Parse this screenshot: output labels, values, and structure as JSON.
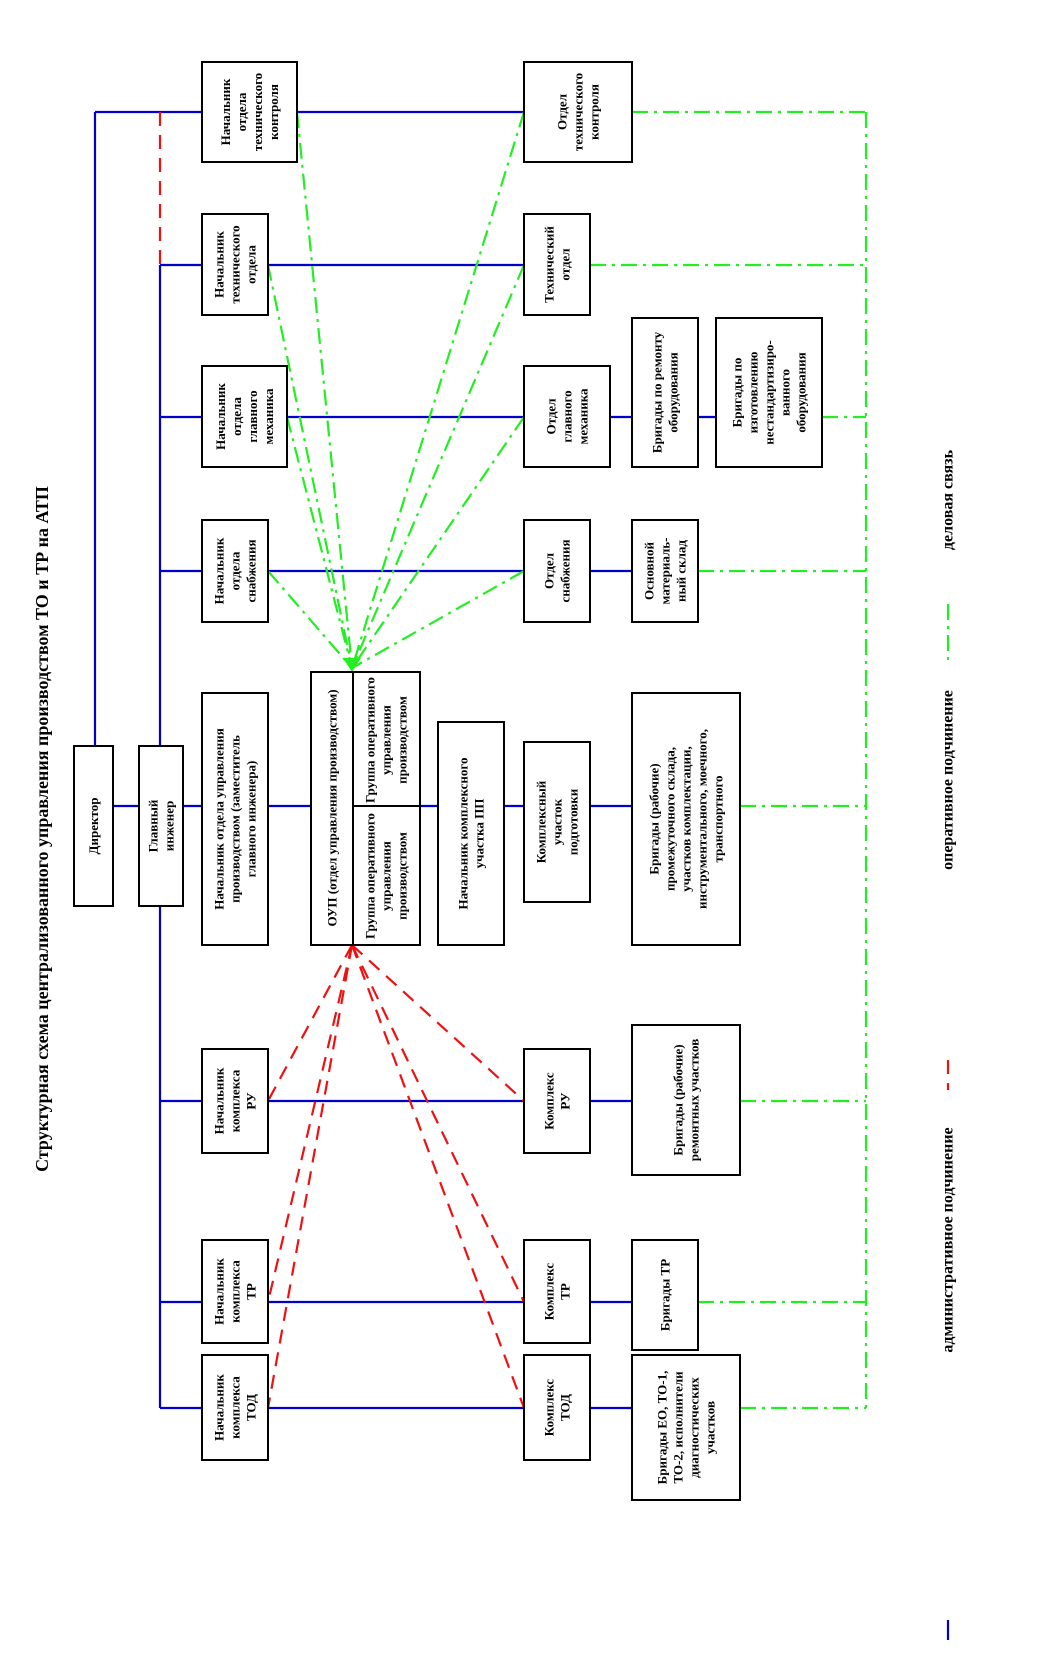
{
  "title": "Структурная схема централизованного управления производством ТО и ТР на АТП",
  "legend": {
    "administrative": "административное подчинение",
    "operative": "оперативное подчинение",
    "business": "деловая связь"
  },
  "colors": {
    "administrative": "#0000cc",
    "operative": "#ee1111",
    "business": "#22ee22"
  },
  "boxes": {
    "director": "Директор",
    "chief_engineer": [
      "Главный",
      "инженер"
    ],
    "head_tech_control": [
      "Начальник",
      "отдела",
      "технического",
      "контроля"
    ],
    "head_tech_dept": [
      "Начальник",
      "технического",
      "отдела"
    ],
    "head_chief_mech": [
      "Начальник",
      "отдела",
      "главного",
      "механика"
    ],
    "head_supply": [
      "Начальник",
      "отдела",
      "снабжения"
    ],
    "head_prod_mgmt": [
      "Начальник отдела управления",
      "производством (заместитель",
      "главного инженера)"
    ],
    "head_ru": [
      "Начальник",
      "комплекса",
      "РУ"
    ],
    "head_tr": [
      "Начальник",
      "комплекса",
      "ТР"
    ],
    "head_tod": [
      "Начальник",
      "комплекса",
      "ТОД"
    ],
    "oup_title": "ОУП (отдел управления производством)",
    "oup_group_left": [
      "Группа оперативного",
      "управления",
      "производством"
    ],
    "oup_group_right": [
      "Группа оперативного",
      "управления",
      "производством"
    ],
    "head_kp": [
      "Начальник комплексного",
      "участка ПП"
    ],
    "tech_control_dept": [
      "Отдел",
      "технического",
      "контроля"
    ],
    "tech_dept": [
      "Технический",
      "отдел"
    ],
    "chief_mech_dept": [
      "Отдел",
      "главного",
      "механика"
    ],
    "supply_dept": [
      "Отдел",
      "снабжения"
    ],
    "complex_prep": [
      "Комплексный",
      "участок",
      "подготовки"
    ],
    "complex_ru": [
      "Комплекс",
      "РУ"
    ],
    "complex_tr": [
      "Комплекс",
      "ТР"
    ],
    "complex_tod": [
      "Комплекс",
      "ТОД"
    ],
    "repair_equipment": [
      "Бригады по ремонту",
      "оборудования"
    ],
    "nonstandard_equipment": [
      "Бригады по",
      "изготовлению",
      "нестандартизиро-",
      "ванного",
      "оборудования"
    ],
    "main_warehouse": [
      "Основной",
      "материаль-",
      "ный склад"
    ],
    "brigades_working": [
      "Бригады (рабочие)",
      "промежуточного склада,",
      "участков комплектации,",
      "инструментального, моечного,",
      "транспортного"
    ],
    "brigades_repair": [
      "Бригады (рабочие)",
      "ремонтных участков"
    ],
    "brigades_tr": [
      "Бригады ТР"
    ],
    "brigades_eo": [
      "Бригады ЕО, ТО-1,",
      "ТО-2, исполнители",
      "диагностических",
      "участков"
    ]
  }
}
